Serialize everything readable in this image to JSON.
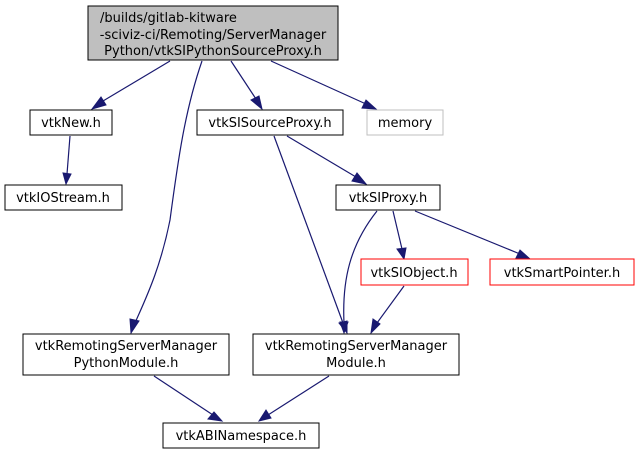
{
  "graph": {
    "type": "include-dependency-graph",
    "colors": {
      "edge": "#191970",
      "main_fill": "#bfbfbf",
      "undocumented_border": "#bfbfbf",
      "truncated_border": "#ff0000"
    },
    "nodes": {
      "main": {
        "lines": [
          "/builds/gitlab-kitware",
          "-sciviz-ci/Remoting/ServerManager",
          "Python/vtkSIPythonSourceProxy.h"
        ]
      },
      "vtkNew": {
        "label": "vtkNew.h"
      },
      "vtkIOStream": {
        "label": "vtkIOStream.h"
      },
      "vtkSISourceProxy": {
        "label": "vtkSISourceProxy.h"
      },
      "memory": {
        "label": "memory"
      },
      "vtkSIProxy": {
        "label": "vtkSIProxy.h"
      },
      "vtkSIObject": {
        "label": "vtkSIObject.h"
      },
      "vtkSmartPointer": {
        "label": "vtkSmartPointer.h"
      },
      "pyModule": {
        "lines": [
          "vtkRemotingServerManager",
          "PythonModule.h"
        ]
      },
      "smModule": {
        "lines": [
          "vtkRemotingServerManager",
          "Module.h"
        ]
      },
      "abi": {
        "label": "vtkABINamespace.h"
      }
    },
    "edges": [
      [
        "main",
        "vtkNew"
      ],
      [
        "main",
        "pyModule"
      ],
      [
        "main",
        "vtkSISourceProxy"
      ],
      [
        "main",
        "memory"
      ],
      [
        "vtkNew",
        "vtkIOStream"
      ],
      [
        "vtkSISourceProxy",
        "vtkSIProxy"
      ],
      [
        "vtkSISourceProxy",
        "smModule"
      ],
      [
        "vtkSIProxy",
        "smModule"
      ],
      [
        "vtkSIProxy",
        "vtkSIObject"
      ],
      [
        "vtkSIProxy",
        "vtkSmartPointer"
      ],
      [
        "vtkSIObject",
        "smModule"
      ],
      [
        "pyModule",
        "abi"
      ],
      [
        "smModule",
        "abi"
      ]
    ]
  }
}
